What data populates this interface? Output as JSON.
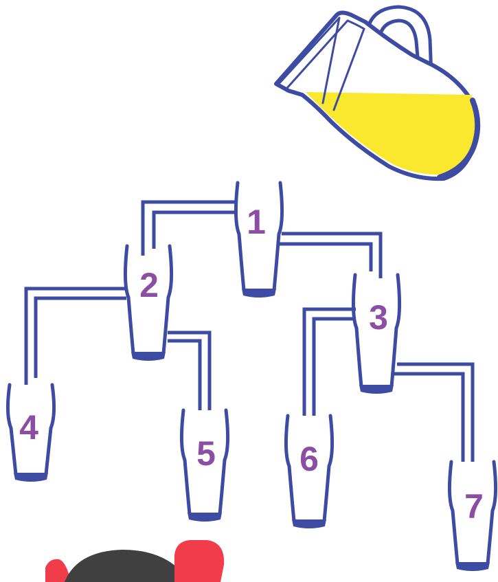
{
  "glasses": [
    {
      "label": "1"
    },
    {
      "label": "2"
    },
    {
      "label": "3"
    },
    {
      "label": "4"
    },
    {
      "label": "5"
    },
    {
      "label": "6"
    },
    {
      "label": "7"
    }
  ],
  "colors": {
    "outline": "#3d4ba3",
    "label": "#8b4ea3",
    "juice": "#f9e82e",
    "accent_red": "#f03c4b",
    "dark_shape": "#404040",
    "background": "#ffffff"
  },
  "icons": {
    "pitcher": "pitcher-icon",
    "glass": "glass-icon",
    "pipe": "pipe-icon"
  }
}
